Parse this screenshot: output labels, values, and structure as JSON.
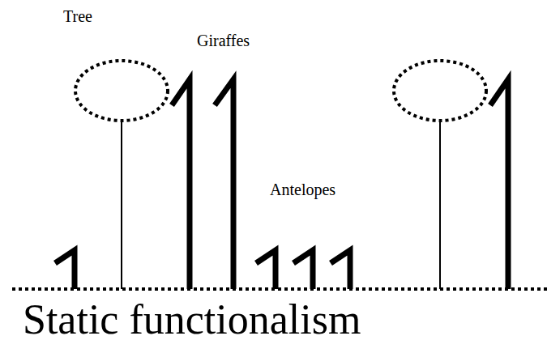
{
  "diagram": {
    "caption": "Static functionalism",
    "labels": [
      "Tree",
      "Giraffes",
      "Antelopes"
    ]
  }
}
